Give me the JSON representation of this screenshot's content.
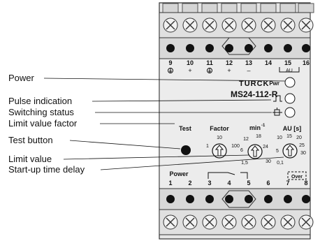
{
  "callouts": [
    {
      "id": "power",
      "text": "Power"
    },
    {
      "id": "pulse",
      "text": "Pulse indication"
    },
    {
      "id": "switching",
      "text": "Switching status"
    },
    {
      "id": "limit-factor",
      "text": "Limit value factor"
    },
    {
      "id": "test-button",
      "text": "Test button"
    },
    {
      "id": "limit-value",
      "text": "Limit value"
    },
    {
      "id": "startup",
      "text": "Start-up time delay"
    }
  ],
  "device": {
    "brand": "TURCK",
    "model": "MS24-112-R",
    "top_terminals": [
      "9",
      "10",
      "11",
      "12",
      "13",
      "14",
      "15",
      "16"
    ],
    "top_signs": [
      "",
      "+",
      "",
      "+",
      "–",
      "",
      "",
      ""
    ],
    "au_box": "AU",
    "pwr_label": "Pwr",
    "test_label": "Test",
    "factor": {
      "label": "Factor",
      "scale": [
        "10",
        "1",
        "100"
      ]
    },
    "rpm": {
      "label": "min",
      "sup": "-1",
      "scale": [
        "12",
        "18",
        "6",
        "24",
        "1,5",
        "30"
      ]
    },
    "au": {
      "label": "AU [s]",
      "scale": [
        "10",
        "15",
        "20",
        "5",
        "25",
        "0,1",
        "30"
      ]
    },
    "bottom_label_power": "Power",
    "bottom_label_over": "Over",
    "bottom_terminals": [
      "1",
      "2",
      "3",
      "4",
      "5",
      "6",
      "7",
      "8"
    ]
  }
}
